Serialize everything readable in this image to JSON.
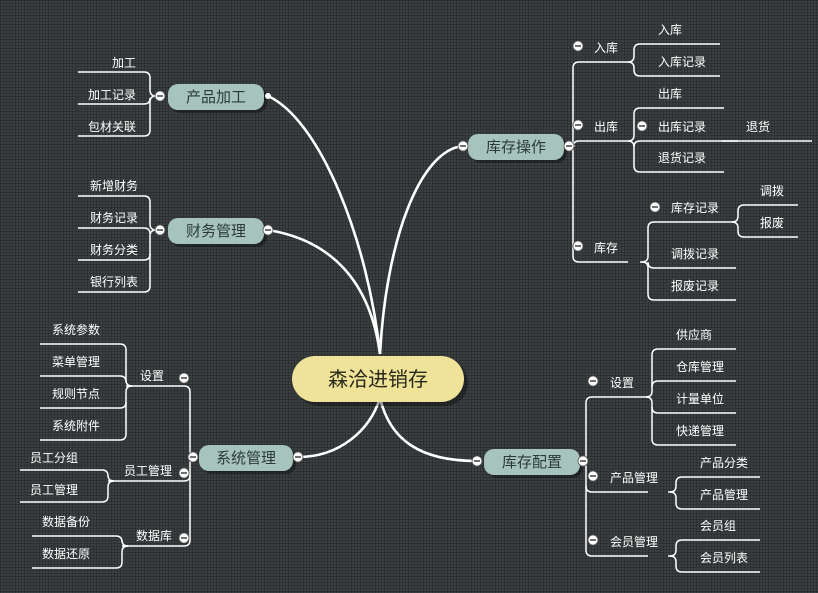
{
  "root": "森洽进销存",
  "branches": [
    {
      "id": "b1",
      "label": "产品加工",
      "children": [
        {
          "label": "加工"
        },
        {
          "label": "加工记录"
        },
        {
          "label": "包材关联"
        }
      ]
    },
    {
      "id": "b2",
      "label": "财务管理",
      "children": [
        {
          "label": "新增财务"
        },
        {
          "label": "财务记录"
        },
        {
          "label": "财务分类"
        },
        {
          "label": "银行列表"
        }
      ]
    },
    {
      "id": "b3",
      "label": "系统管理",
      "children": [
        {
          "label": "设置",
          "children": [
            {
              "label": "系统参数"
            },
            {
              "label": "菜单管理"
            },
            {
              "label": "规则节点"
            },
            {
              "label": "系统附件"
            }
          ]
        },
        {
          "label": "员工管理",
          "children": [
            {
              "label": "员工分组"
            },
            {
              "label": "员工管理"
            }
          ]
        },
        {
          "label": "数据库",
          "children": [
            {
              "label": "数据备份"
            },
            {
              "label": "数据还原"
            }
          ]
        }
      ]
    },
    {
      "id": "b4",
      "label": "库存操作",
      "children": [
        {
          "label": "入库",
          "children": [
            {
              "label": "入库"
            },
            {
              "label": "入库记录"
            }
          ]
        },
        {
          "label": "出库",
          "children": [
            {
              "label": "出库"
            },
            {
              "label": "出库记录",
              "children": [
                {
                  "label": "退货"
                }
              ]
            },
            {
              "label": "退货记录"
            }
          ]
        },
        {
          "label": "库存",
          "children": [
            {
              "label": "库存记录",
              "children": [
                {
                  "label": "调拨"
                },
                {
                  "label": "报废"
                }
              ]
            },
            {
              "label": "调拨记录"
            },
            {
              "label": "报废记录"
            }
          ]
        }
      ]
    },
    {
      "id": "b5",
      "label": "库存配置",
      "children": [
        {
          "label": "设置",
          "children": [
            {
              "label": "供应商"
            },
            {
              "label": "仓库管理"
            },
            {
              "label": "计量单位"
            },
            {
              "label": "快递管理"
            }
          ]
        },
        {
          "label": "产品管理",
          "children": [
            {
              "label": "产品分类"
            },
            {
              "label": "产品管理"
            }
          ]
        },
        {
          "label": "会员管理",
          "children": [
            {
              "label": "会员组"
            },
            {
              "label": "会员列表"
            }
          ]
        }
      ]
    }
  ]
}
